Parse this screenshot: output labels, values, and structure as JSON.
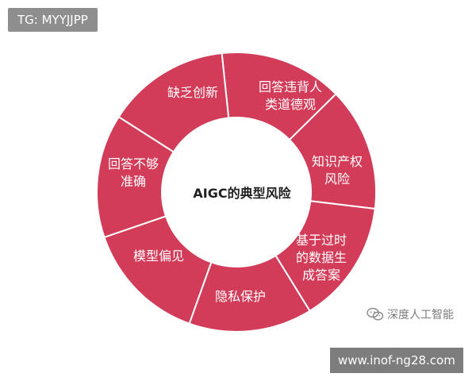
{
  "tag": "TG: MYYJJPP",
  "diagram": {
    "center_title": "AIGC的典型风险",
    "segments": [
      {
        "label": "缺乏创新"
      },
      {
        "label": "回答违背人\n类道德观"
      },
      {
        "label": "知识产权\n风险"
      },
      {
        "label": "基于过时\n的数据生\n成答案"
      },
      {
        "label": "隐私保护"
      },
      {
        "label": "模型偏见"
      },
      {
        "label": "回答不够\n准确"
      }
    ],
    "segment_color": "#d23c58"
  },
  "watermark": {
    "text": "深度人工智能",
    "icon": "wechat-icon"
  },
  "site_banner": "www.inof-ng28.com"
}
